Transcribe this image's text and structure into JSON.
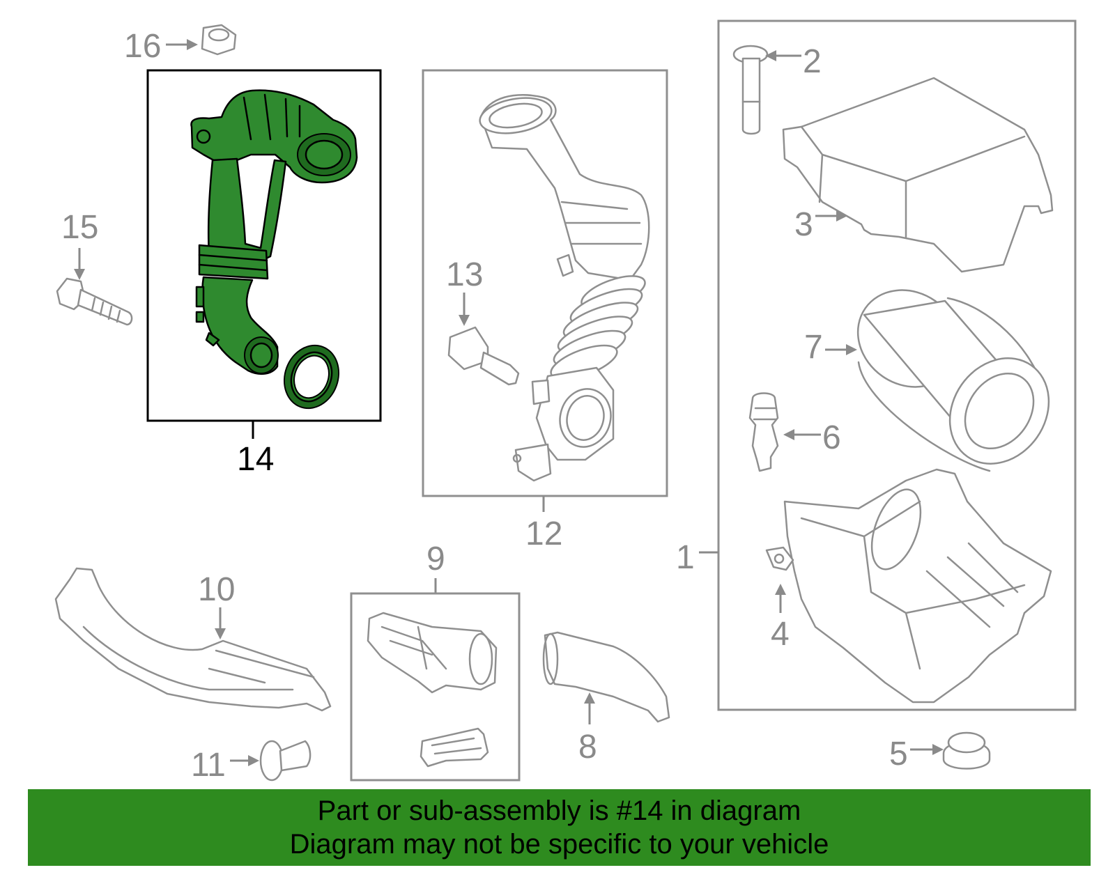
{
  "callouts": {
    "c1": "1",
    "c2": "2",
    "c3": "3",
    "c4": "4",
    "c5": "5",
    "c6": "6",
    "c7": "7",
    "c8": "8",
    "c9": "9",
    "c10": "10",
    "c11": "11",
    "c12": "12",
    "c13": "13",
    "c14": "14",
    "c15": "15",
    "c16": "16"
  },
  "highlight": {
    "part": "14",
    "color": "#2e8b1f"
  },
  "banner": {
    "line1": "Part or sub-assembly is #14 in diagram",
    "line2": "Diagram may not be specific to your vehicle",
    "background": "#2e8b1f"
  }
}
